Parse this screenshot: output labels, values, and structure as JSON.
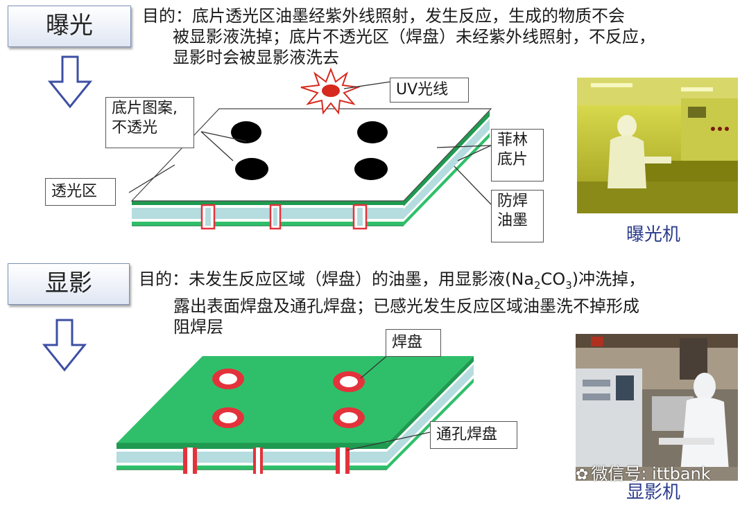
{
  "exposure": {
    "step_label": "曝光",
    "purpose_lines": [
      "目的：底片透光区油墨经紫外线照射，发生反应，生成的物质不会",
      "被显影液洗掉；底片不透光区（焊盘）未经紫外线照射，不反应，",
      "显影时会被显影液洗去"
    ],
    "callouts": {
      "uv": "UV光线",
      "film_pattern": [
        "底片图案,",
        "不透光"
      ],
      "transparent_area": "透光区",
      "film": [
        "菲林",
        "底片"
      ],
      "solder_mask": [
        "防焊",
        "油墨"
      ]
    },
    "photo_caption": "曝光机"
  },
  "development": {
    "step_label": "显影",
    "purpose_line1_pre": "目的：未发生反应区域（焊盘）的油墨，用显影液(Na",
    "purpose_sub1": "2",
    "purpose_mid": "CO",
    "purpose_sub2": "3",
    "purpose_line1_post": ")冲洗掉，",
    "purpose_lines_rest": [
      "露出表面焊盘及通孔焊盘；已感光发生反应区域油墨洗不掉形成",
      "阻焊层"
    ],
    "callouts": {
      "pad": "焊盘",
      "via_pad": "通孔焊盘"
    },
    "photo_caption": "显影机"
  },
  "watermark": "微信号: ittbank",
  "colors": {
    "arrow": "#3d4fa3",
    "board_green": "#2fbf6a",
    "board_green_dark": "#1f9a50",
    "substrate": "#b5dcdf",
    "pad_red": "#e3323b",
    "uv_red": "#d62a1e"
  }
}
